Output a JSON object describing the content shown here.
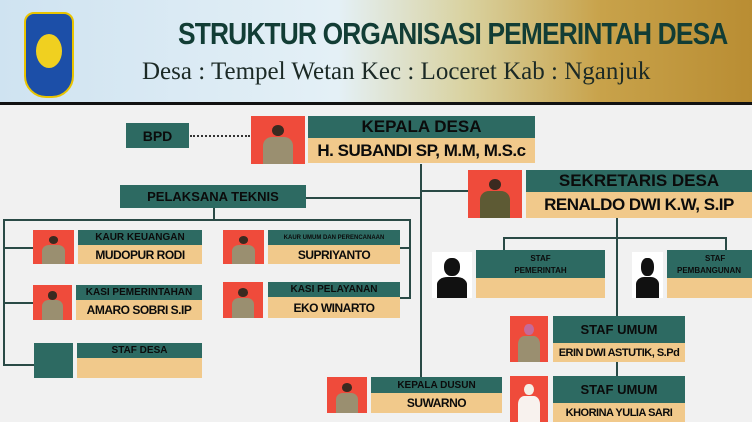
{
  "header": {
    "title": "STRUKTUR  ORGANISASI PEMERINTAH DESA",
    "subtitle": "Desa : Tempel Wetan Kec : Loceret Kab : Nganjuk"
  },
  "colors": {
    "teal": "#2d6a62",
    "beige": "#f1c98b",
    "photo_bg": "#ef4b3b"
  },
  "bpd": "BPD",
  "kepala": {
    "title": "KEPALA DESA",
    "name": "H. SUBANDI  SP, M.M, M.S.c"
  },
  "pelaksana": "PELAKSANA TEKNIS",
  "kaur_keuangan": {
    "title": "KAUR KEUANGAN",
    "name": "MUDOPUR RODI"
  },
  "kaur_umum": {
    "title": "KAUR UMUM DAN PERENCANAAN",
    "name": "SUPRIYANTO"
  },
  "kasi_pemerintahan": {
    "title": "KASI PEMERINTAHAN",
    "name": "AMARO SOBRI S.IP"
  },
  "kasi_pelayanan": {
    "title": "KASI PELAYANAN",
    "name": "EKO WINARTO"
  },
  "staf_desa": {
    "title": "STAF DESA",
    "name": ""
  },
  "kepala_dusun": {
    "title": "KEPALA DUSUN",
    "name": "SUWARNO"
  },
  "sekretaris": {
    "title": "SEKRETARIS DESA",
    "name": "RENALDO DWI K.W, S.IP"
  },
  "staf_pemerintah": {
    "title1": "STAF",
    "title2": "PEMERINTAH",
    "name": ""
  },
  "staf_pembangunan": {
    "title1": "STAF",
    "title2": "PEMBANGUNAN",
    "name": ""
  },
  "staf_umum1": {
    "title": "STAF UMUM",
    "name": "ERIN DWI ASTUTIK, S.Pd"
  },
  "staf_umum2": {
    "title": "STAF UMUM",
    "name": "KHORINA YULIA SARI"
  }
}
